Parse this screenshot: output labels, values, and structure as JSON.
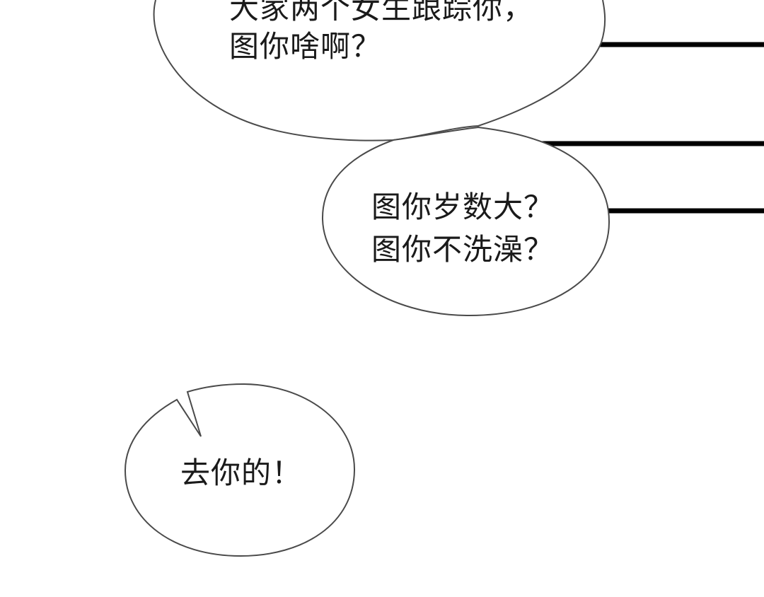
{
  "colors": {
    "background": "#ffffff",
    "bubble_outline": "#4a4a4a",
    "text": "#1a1a1a",
    "frame_gray": "#c8c8c8",
    "bar_black": "#000000"
  },
  "bubbles": {
    "top": {
      "lines": [
        "大家两个女生跟踪你，",
        "图你啥啊？"
      ]
    },
    "middle": {
      "lines": [
        "图你岁数大？",
        "图你不洗澡？"
      ]
    },
    "bottom": {
      "lines": [
        "去你的！"
      ]
    }
  }
}
